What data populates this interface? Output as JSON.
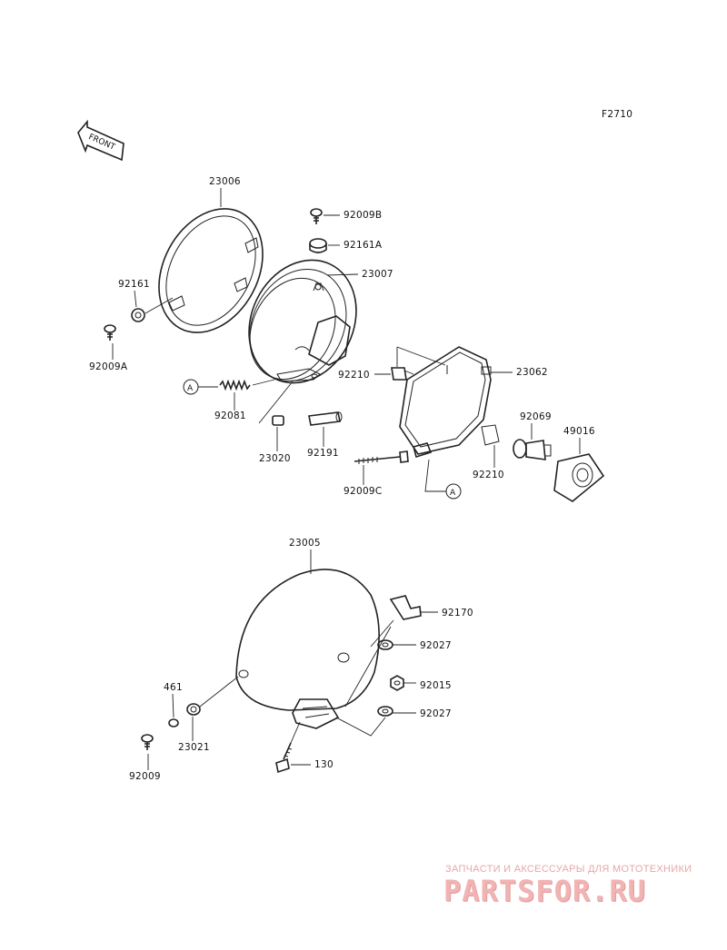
{
  "figure_code": "F2710",
  "front_arrow": "FRONT",
  "ref_marker": "A",
  "parts": {
    "p23006": "23006",
    "p92161": "92161",
    "p92009A": "92009A",
    "p92009B": "92009B",
    "p92161A": "92161A",
    "p23007": "23007",
    "p92081": "92081",
    "p23020": "23020",
    "p92191": "92191",
    "p92210a": "92210",
    "p23062": "23062",
    "p92069": "92069",
    "p49016": "49016",
    "p92210b": "92210",
    "p92009C": "92009C",
    "p23005": "23005",
    "p92170": "92170",
    "p92027a": "92027",
    "p461": "461",
    "p92015": "92015",
    "p92027b": "92027",
    "p23021": "23021",
    "p130": "130",
    "p92009": "92009"
  },
  "watermark": {
    "tagline": "ЗАПЧАСТИ И АКСЕССУАРЫ ДЛЯ МОТОТЕХНИКИ",
    "logo": "PARTSFOR.RU"
  }
}
